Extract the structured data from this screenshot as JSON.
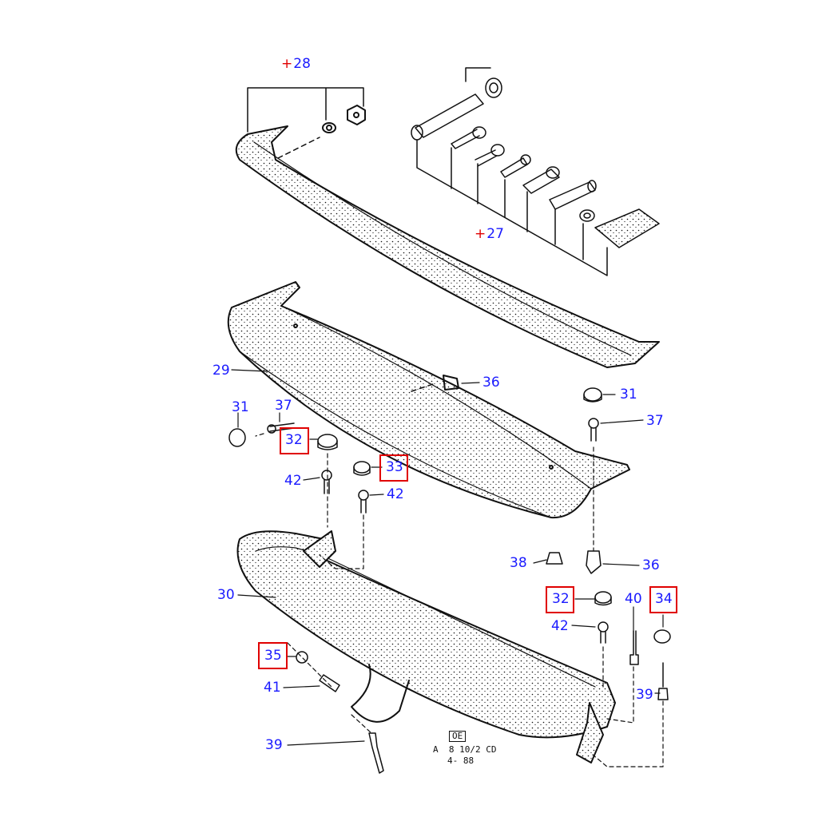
{
  "diagram": {
    "colors": {
      "callout": "#1a1aff",
      "highlight": "#e00000",
      "line": "#111111"
    },
    "callouts": {
      "c28": "28",
      "c27": "27",
      "c29": "29",
      "c30": "30",
      "c31a": "31",
      "c31b": "31",
      "c32a": "32",
      "c32b": "32",
      "c33": "33",
      "c34": "34",
      "c35": "35",
      "c36a": "36",
      "c36b": "36",
      "c37a": "37",
      "c37b": "37",
      "c38": "38",
      "c39a": "39",
      "c39b": "39",
      "c40": "40",
      "c41": "41",
      "c42a": "42",
      "c42b": "42",
      "c42c": "42"
    },
    "plus_mark": "+",
    "stamp": {
      "oe": "OE",
      "line1": "A  8 10/2 CD",
      "line2": "4- 88"
    }
  }
}
